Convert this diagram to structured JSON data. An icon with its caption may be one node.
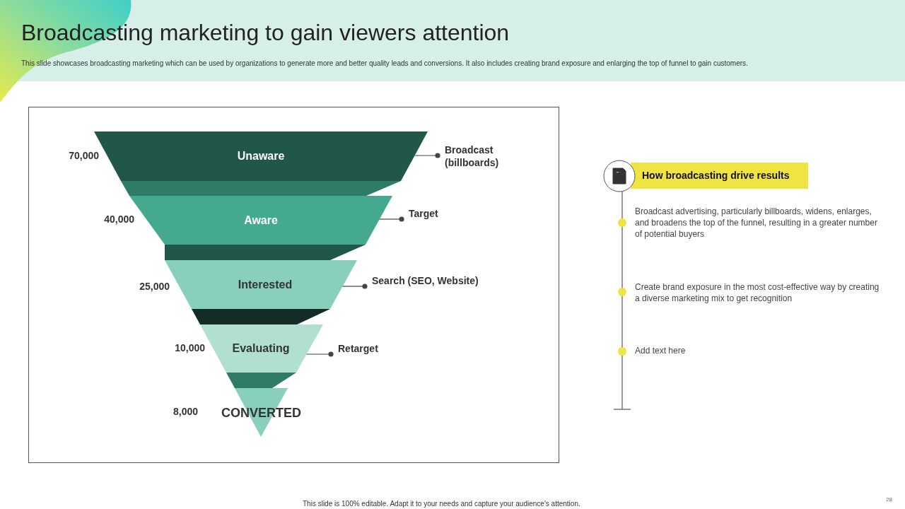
{
  "diagram": {
    "title": "Broadcasting marketing to gain viewers attention",
    "nodes": [
      {
        "text": [
          "Unaware"
        ],
        "beside": [
          "70,000"
        ]
      },
      {
        "text": [
          "Aware"
        ],
        "beside": [
          "40,000"
        ]
      },
      {
        "text": [
          "Interested"
        ],
        "beside": [
          "25,000"
        ]
      },
      {
        "text": [
          "Evaluating"
        ],
        "beside": [
          "10,000"
        ]
      },
      {
        "text": [
          "CONVERTED"
        ],
        "beside": [
          "8,000"
        ]
      },
      {
        "text": [
          "Broadcast (billboards)"
        ]
      },
      {
        "text": [
          "Target"
        ]
      },
      {
        "text": [
          "Search (SEO, Website)"
        ]
      },
      {
        "text": [
          "Retarget"
        ]
      },
      {
        "text": [
          "How broadcasting drive results"
        ]
      }
    ],
    "edges": [
      {
        "from": 5,
        "to": 0,
        "arrow": "other"
      },
      {
        "from": 6,
        "to": 1,
        "arrow": "other"
      },
      {
        "from": 7,
        "to": 2,
        "arrow": "other"
      },
      {
        "from": 8,
        "to": 3,
        "arrow": "other"
      }
    ],
    "labels": [
      "This slide showcases broadcasting marketing which can be used by organizations to generate more and better quality leads and conversions. It also includes creating brand exposure and enlarging the top of funnel to gain customers.",
      "Broadcast advertising, particularly billboards, widens, enlarges, and broadens the top of the funnel, resulting in a greater number of potential buyers",
      "Create brand exposure in the most cost-effective way by creating a diverse marketing mix to get recognition",
      "Add text here",
      "This slide is 100% editable. Adapt it to your needs and capture your audience's attention.",
      "28"
    ]
  }
}
